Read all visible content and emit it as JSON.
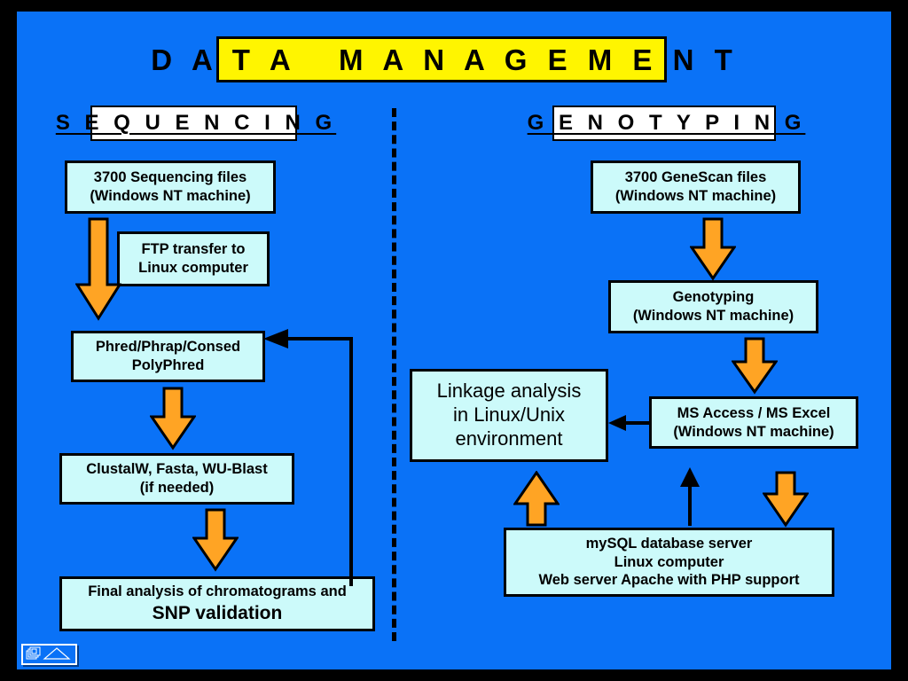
{
  "slide": {
    "title": "D A T A   M A N A G E M E N T",
    "background_color": "#0A72F7",
    "title_background_color": "#FFF500",
    "box_fill_color": "#CCFAFA",
    "arrow_color": "#FFA424",
    "border_color": "#000000"
  },
  "columns": {
    "left": {
      "header": "S E Q U E N C I N G"
    },
    "right": {
      "header": "G E N O T Y P I N G"
    }
  },
  "boxes": {
    "seq_files": {
      "line1": "3700 Sequencing files",
      "line2": "(Windows NT machine)"
    },
    "ftp": {
      "line1": "FTP transfer to",
      "line2": "Linux computer"
    },
    "phred": {
      "line1": "Phred/Phrap/Consed",
      "line2": "PolyPhred"
    },
    "clustal": {
      "line1": "ClustalW, Fasta, WU-Blast",
      "line2": "(if needed)"
    },
    "final": {
      "line1": "Final analysis of chromatograms and",
      "line2": "SNP validation"
    },
    "genescan": {
      "line1": "3700 GeneScan files",
      "line2": "(Windows NT machine)"
    },
    "genotyping": {
      "line1": "Genotyping",
      "line2": "(Windows NT machine)"
    },
    "msaccess": {
      "line1": "MS Access / MS Excel",
      "line2": "(Windows NT machine)"
    },
    "linkage": {
      "line1": "Linkage analysis",
      "line2": "in Linux/Unix",
      "line3": "environment"
    },
    "mysql": {
      "line1": "mySQL database server",
      "line2": "Linux computer",
      "line3": "Web server Apache with PHP support"
    }
  },
  "arrows": {
    "seq_to_phred": {
      "name": "orange-arrow-down",
      "direction": "down",
      "color": "#FFA424"
    },
    "phred_to_clustal": {
      "name": "orange-arrow-down",
      "direction": "down",
      "color": "#FFA424"
    },
    "clustal_to_final": {
      "name": "orange-arrow-down",
      "direction": "down",
      "color": "#FFA424"
    },
    "final_to_phred": {
      "name": "black-feedback-arrow",
      "direction": "left",
      "color": "#000000"
    },
    "genescan_to_genotyping": {
      "name": "orange-arrow-down",
      "direction": "down",
      "color": "#FFA424"
    },
    "genotyping_to_msaccess": {
      "name": "orange-arrow-down",
      "direction": "down",
      "color": "#FFA424"
    },
    "msaccess_to_linkage": {
      "name": "black-arrow-left",
      "direction": "left",
      "color": "#000000"
    },
    "msaccess_to_mysql": {
      "name": "orange-arrow-down",
      "direction": "down",
      "color": "#FFA424"
    },
    "mysql_to_msaccess": {
      "name": "black-arrow-up",
      "direction": "up",
      "color": "#000000"
    },
    "mysql_to_linkage": {
      "name": "orange-arrow-up",
      "direction": "up",
      "color": "#FFA424"
    }
  },
  "footer": {
    "slide_icon": "slide-navigator-icon"
  }
}
